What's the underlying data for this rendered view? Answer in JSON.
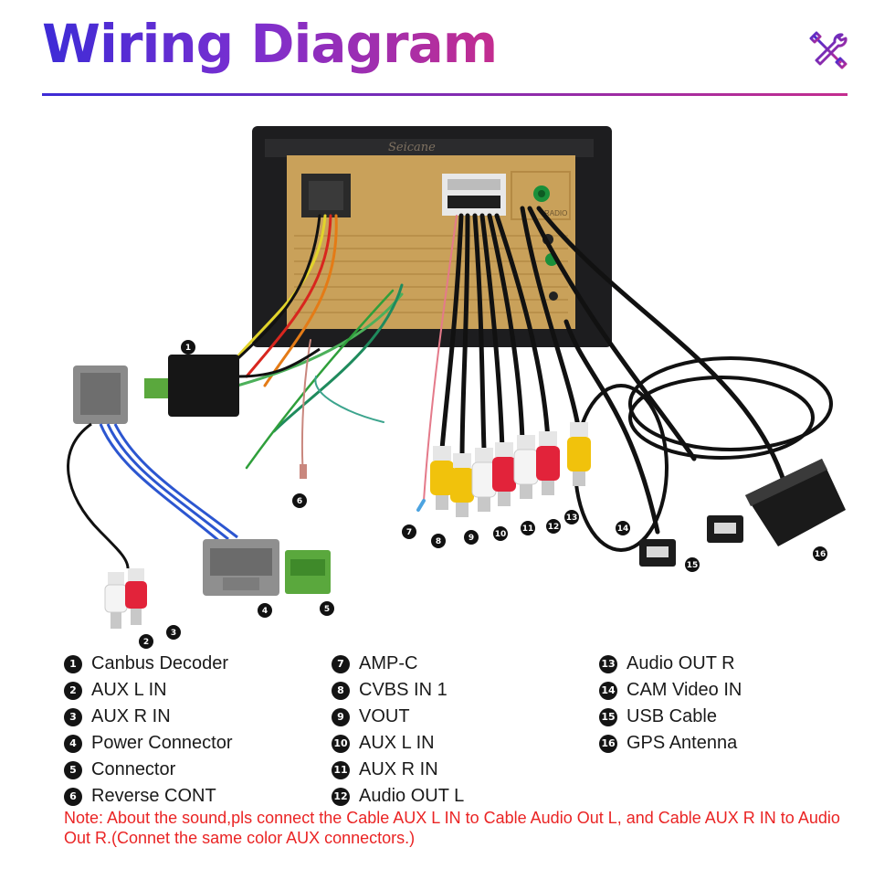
{
  "header": {
    "title": "Wiring Diagram",
    "icon": "tools-icon"
  },
  "colors": {
    "title_start": "#3d2bd6",
    "title_end": "#c42d8f",
    "note": "#ea2424",
    "panel": "#c9a15a"
  },
  "unit": {
    "brand": "Seicane",
    "port_label": "RADIO"
  },
  "legend": {
    "items": [
      {
        "num": "1",
        "label": "Canbus Decoder"
      },
      {
        "num": "2",
        "label": "AUX L IN"
      },
      {
        "num": "3",
        "label": "AUX R IN"
      },
      {
        "num": "4",
        "label": "Power Connector"
      },
      {
        "num": "5",
        "label": "Connector"
      },
      {
        "num": "6",
        "label": "Reverse CONT"
      },
      {
        "num": "7",
        "label": "AMP-C"
      },
      {
        "num": "8",
        "label": "CVBS IN 1"
      },
      {
        "num": "9",
        "label": "VOUT"
      },
      {
        "num": "10",
        "label": "AUX L IN"
      },
      {
        "num": "11",
        "label": "AUX R IN"
      },
      {
        "num": "12",
        "label": "Audio OUT L"
      },
      {
        "num": "13",
        "label": "Audio OUT R"
      },
      {
        "num": "14",
        "label": "CAM Video IN"
      },
      {
        "num": "15",
        "label": "USB Cable"
      },
      {
        "num": "16",
        "label": "GPS Antenna"
      }
    ]
  },
  "note": "Note: About the sound,pls connect the Cable AUX L IN to Cable Audio Out L, and Cable AUX R IN to  Audio Out R.(Connet the same color AUX connectors.)"
}
